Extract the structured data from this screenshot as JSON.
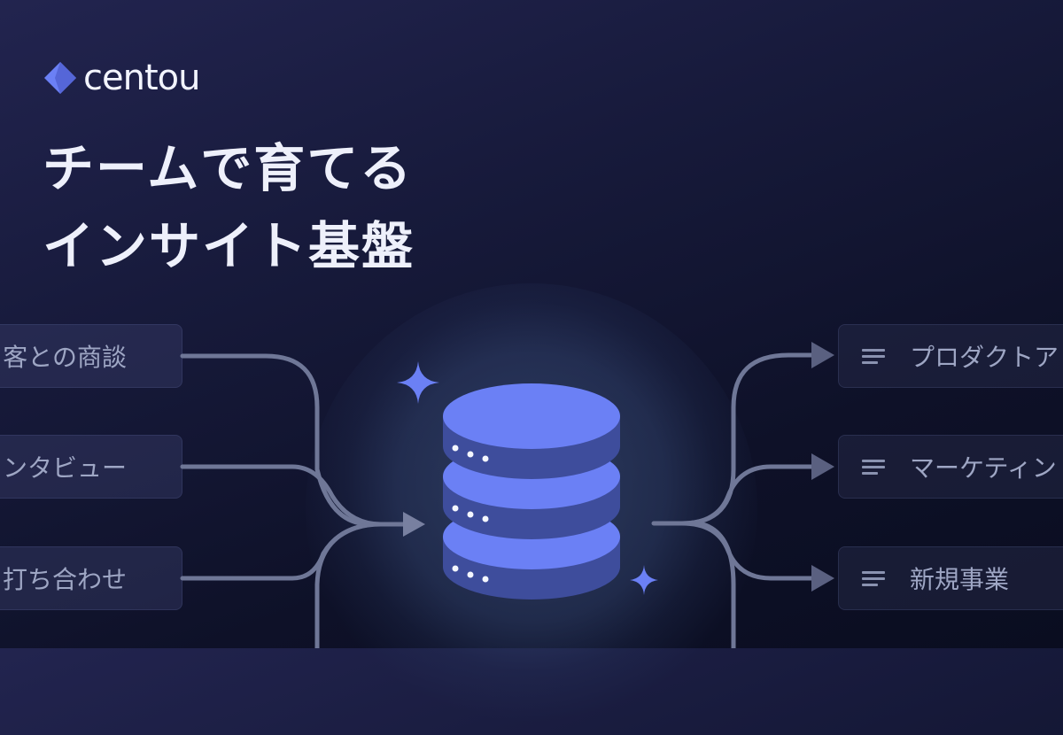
{
  "brand": {
    "name": "centou",
    "accent": "#6b80f5"
  },
  "headline": {
    "line1": "チームで育てる",
    "line2": "インサイト基盤"
  },
  "inputs": [
    {
      "label": "客との商談"
    },
    {
      "label": "ンタビュー"
    },
    {
      "label": "打ち合わせ"
    }
  ],
  "outputs": [
    {
      "label": "プロダクトア",
      "icon": "list-lines-icon"
    },
    {
      "label": "マーケティン",
      "icon": "list-lines-icon"
    },
    {
      "label": "新規事業",
      "icon": "list-lines-icon"
    }
  ],
  "center": {
    "icon": "database-icon",
    "tiers": 3
  }
}
